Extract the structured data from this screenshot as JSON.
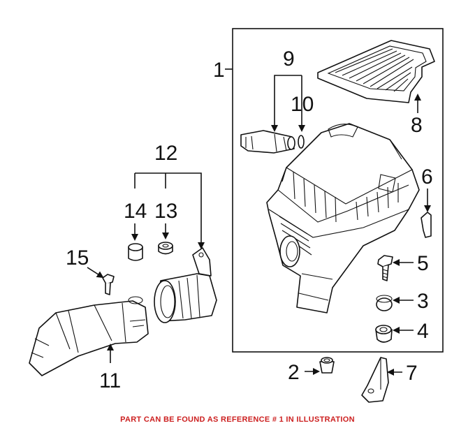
{
  "callouts": {
    "c1": "1",
    "c2": "2",
    "c3": "3",
    "c4": "4",
    "c5": "5",
    "c6": "6",
    "c7": "7",
    "c8": "8",
    "c9": "9",
    "c10": "10",
    "c11": "11",
    "c12": "12",
    "c13": "13",
    "c14": "14",
    "c15": "15"
  },
  "footer": {
    "note": "PART CAN BE FOUND AS REFERENCE # 1 IN ILLUSTRATION"
  },
  "colors": {
    "line": "#111111",
    "note": "#cc1f1f",
    "background": "#ffffff"
  }
}
